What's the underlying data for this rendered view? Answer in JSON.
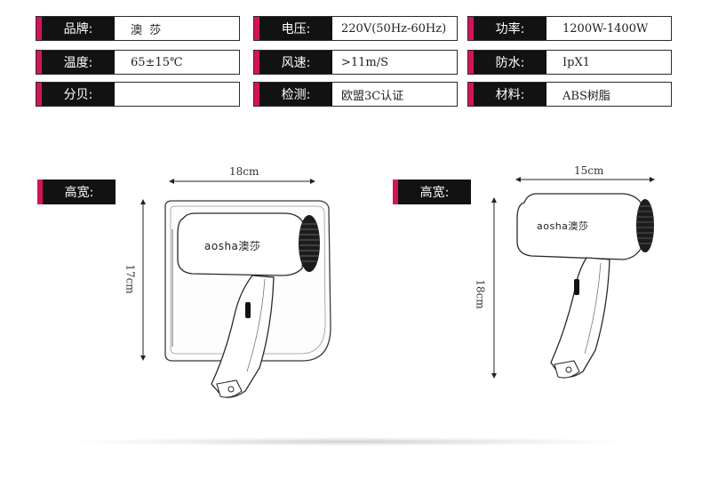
{
  "specs": [
    {
      "label": "品牌:",
      "value": "澳  莎"
    },
    {
      "label": "电压:",
      "value": "220V(50Hz-60Hz)"
    },
    {
      "label": "功率:",
      "value": "1200W-1400W"
    },
    {
      "label": "温度:",
      "value": "65±15℃"
    },
    {
      "label": "风速:",
      "value": ">11m/S"
    },
    {
      "label": "防水:",
      "value": "IpX1"
    },
    {
      "label": "分贝:",
      "value": ""
    },
    {
      "label": "检测:",
      "value": "欧盟3C认证"
    },
    {
      "label": "材料:",
      "value": "ABS树脂"
    }
  ],
  "left_product": {
    "tag": "高宽:",
    "width_label": "18cm",
    "height_label": "17cm",
    "logo": "aosha澳莎"
  },
  "right_product": {
    "tag": "高宽:",
    "width_label": "15cm",
    "height_label": "18cm",
    "logo": "aosha澳莎"
  },
  "colors": {
    "accent": "#d4145a",
    "label_bg": "#121212",
    "border": "#2b2b2b"
  }
}
